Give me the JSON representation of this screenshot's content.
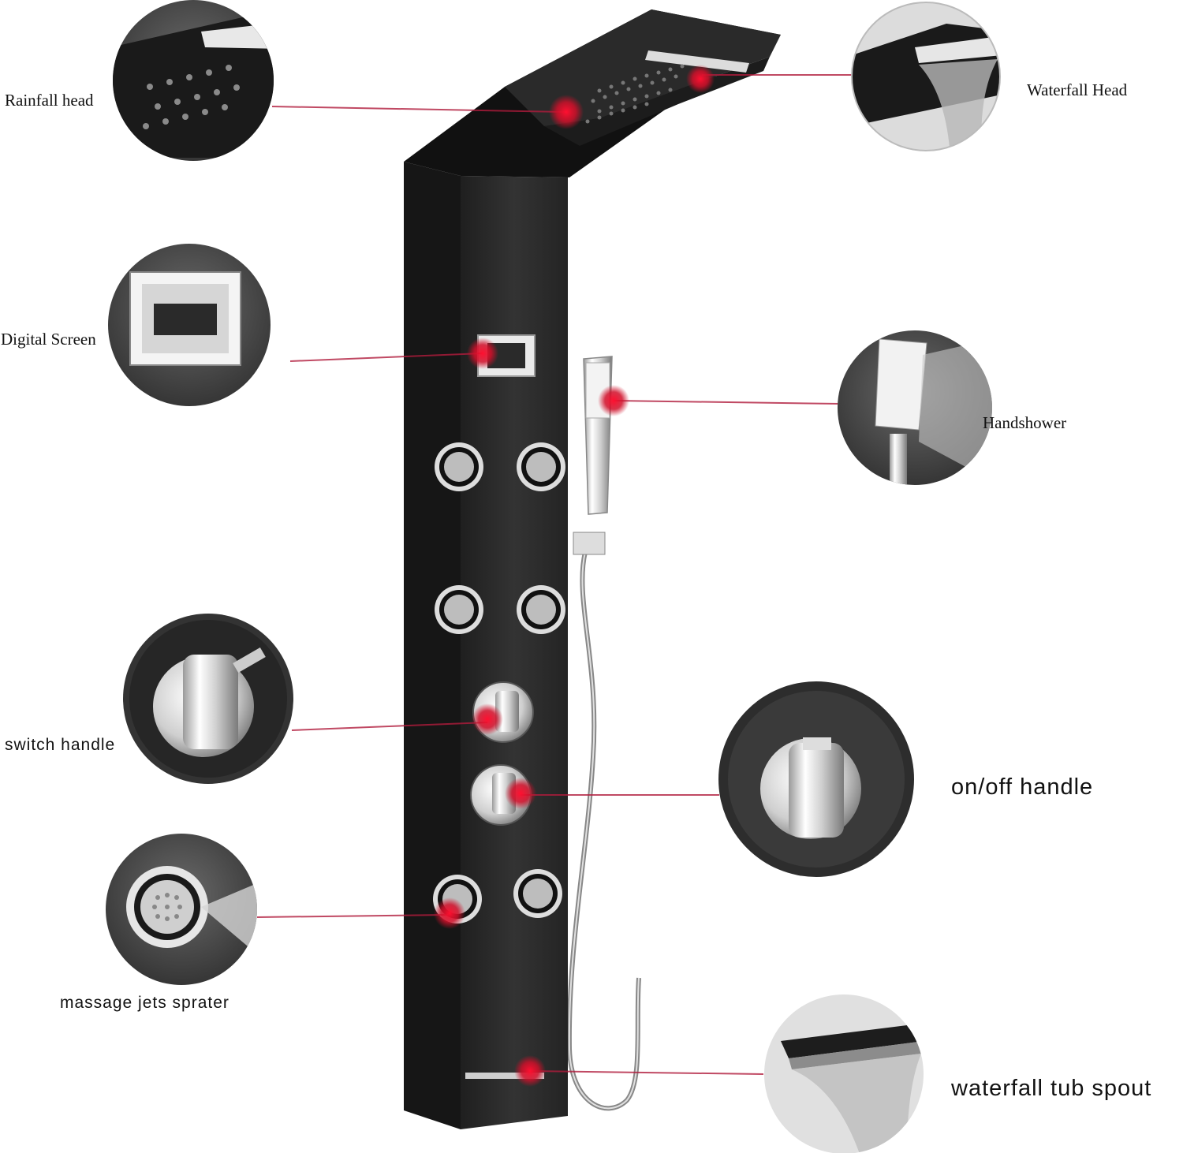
{
  "labels": {
    "rainfall_head": "Rainfall head",
    "waterfall_head": "Waterfall Head",
    "digital_screen": "Digital Screen",
    "handshower": "Handshower",
    "switch_handle": "switch  handle",
    "on_off_handle": "on/off  handle",
    "massage_jets": "massage  jets  sprater",
    "tub_spout": "waterfall  tub  spout"
  },
  "colors": {
    "panel": "#2b2b2b",
    "callout_line": "#b01c3c",
    "marker": "#d0102a",
    "chrome": "#e6e6e6"
  }
}
